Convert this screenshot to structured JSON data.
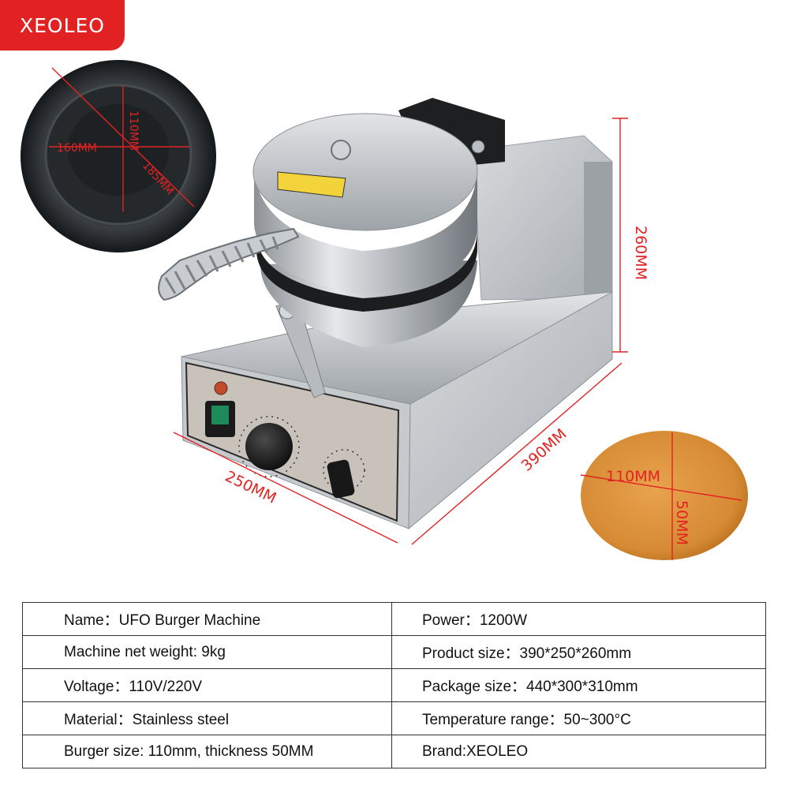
{
  "brand": {
    "logo_text": "XEOLEO",
    "color": "#e22222"
  },
  "dimensions": {
    "pan_diameter": "160MM",
    "pan_depth": "110MM",
    "pan_outer": "185MM",
    "height": "260MM",
    "depth": "390MM",
    "width": "250MM",
    "burger_width": "110MM",
    "burger_thickness": "50MM"
  },
  "specs": [
    {
      "left": "Name：UFO Burger Machine",
      "right": "Power：1200W"
    },
    {
      "left": "Machine net weight: 9kg",
      "right": "Product size：390*250*260mm"
    },
    {
      "left": "Voltage：110V/220V",
      "right": "Package size：440*300*310mm"
    },
    {
      "left": "Material：Stainless steel",
      "right": "Temperature range：50~300°C"
    },
    {
      "left": "Burger size: 110mm, thickness 50MM",
      "right": "Brand:XEOLEO"
    }
  ],
  "accent_color": "#e22222"
}
